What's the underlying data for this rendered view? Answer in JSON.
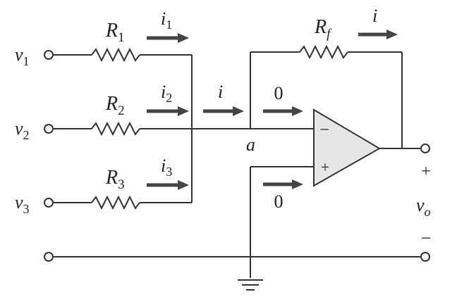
{
  "colors": {
    "wire": "#333333",
    "arrow": "#444444",
    "opamp_fill": "#e6e6e6",
    "background": "#ffffff"
  },
  "inputs": {
    "v1": {
      "name": "v",
      "sub": "1"
    },
    "v2": {
      "name": "v",
      "sub": "2"
    },
    "v3": {
      "name": "v",
      "sub": "3"
    }
  },
  "resistors": {
    "r1": {
      "name": "R",
      "sub": "1"
    },
    "r2": {
      "name": "R",
      "sub": "2"
    },
    "r3": {
      "name": "R",
      "sub": "3"
    },
    "rf": {
      "name": "R",
      "sub": "f"
    }
  },
  "currents": {
    "i1": {
      "name": "i",
      "sub": "1"
    },
    "i2": {
      "name": "i",
      "sub": "2"
    },
    "i3": {
      "name": "i",
      "sub": "3"
    },
    "i_sum": {
      "name": "i"
    },
    "i_feedback": {
      "name": "i"
    },
    "i_inverting": "0",
    "i_noninverting": "0"
  },
  "node_label": "a",
  "opamp": {
    "minus": "−",
    "plus": "+"
  },
  "output": {
    "plus": "+",
    "name": "v",
    "sub": "o",
    "minus": "−"
  }
}
